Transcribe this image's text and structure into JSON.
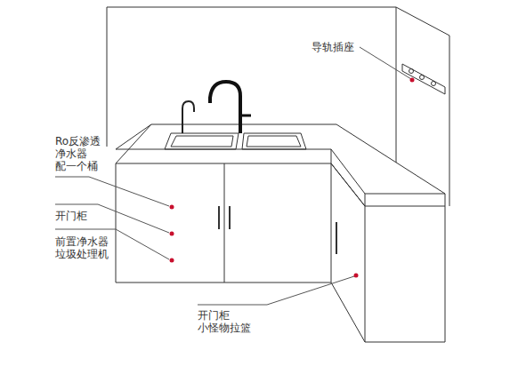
{
  "diagram": {
    "labels": [
      "导轨插座",
      "Ro反渗透 净水器 配一个桶",
      "开门柜",
      "前置净水器 垃圾处理机",
      "开门柜 小怪物拉篮"
    ]
  }
}
